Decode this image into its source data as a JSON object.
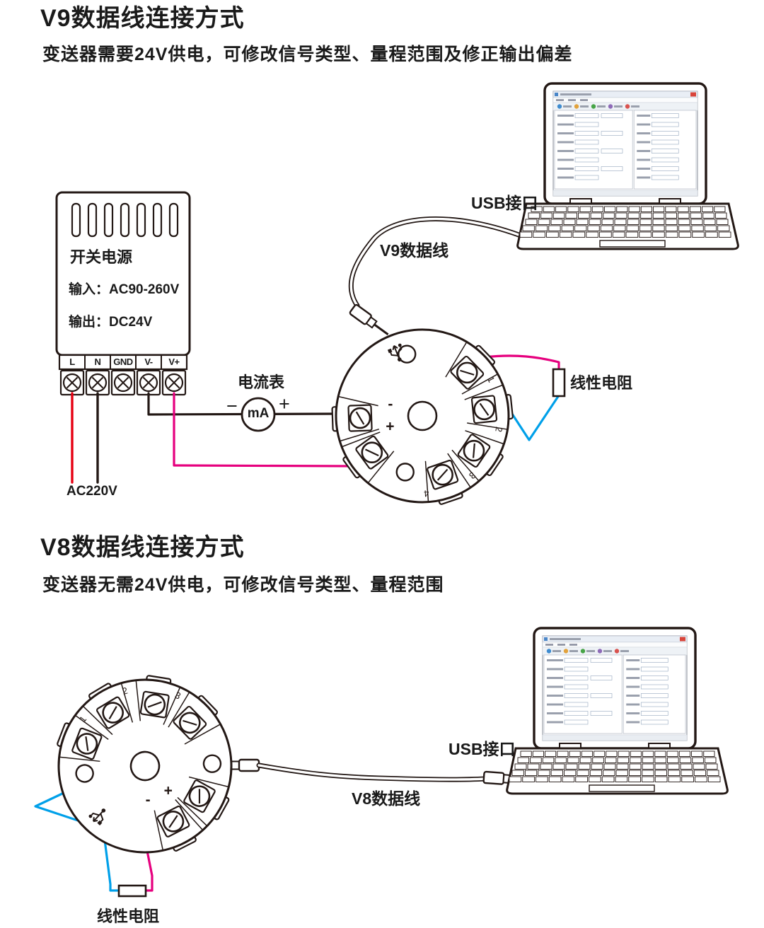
{
  "v9": {
    "title": "V9数据线连接方式",
    "subtitle": "变送器需要24V供电，可修改信号类型、量程范围及修正输出偏差",
    "usb_port_label": "USB接口",
    "cable_label": "V9数据线",
    "psu": {
      "name": "开关电源",
      "input": "输入：AC90-260V",
      "output": "输出：DC24V",
      "terminals": [
        "L",
        "N",
        "GND",
        "V-",
        "V+"
      ]
    },
    "ac_label": "AC220V",
    "ammeter": {
      "label": "电流表",
      "unit": "mA",
      "minus": "−",
      "plus": "+"
    },
    "resistor_label": "线性电阻",
    "transmitter": {
      "plus_mark": "+",
      "minus_mark": "-",
      "terminal_numbers": [
        "1",
        "2",
        "3",
        "4"
      ]
    }
  },
  "v8": {
    "title": "V8数据线连接方式",
    "subtitle": "变送器无需24V供电，可修改信号类型、量程范围",
    "usb_port_label": "USB接口",
    "cable_label": "V8数据线",
    "resistor_label": "线性电阻",
    "transmitter": {
      "plus_mark": "+",
      "minus_mark": "-",
      "terminal_numbers": [
        "1",
        "2",
        "3"
      ]
    }
  },
  "colors": {
    "line": "#231815",
    "wire_red": "#e60012",
    "wire_black": "#231815",
    "wire_magenta": "#e6007e",
    "wire_blue": "#00a0e9"
  }
}
